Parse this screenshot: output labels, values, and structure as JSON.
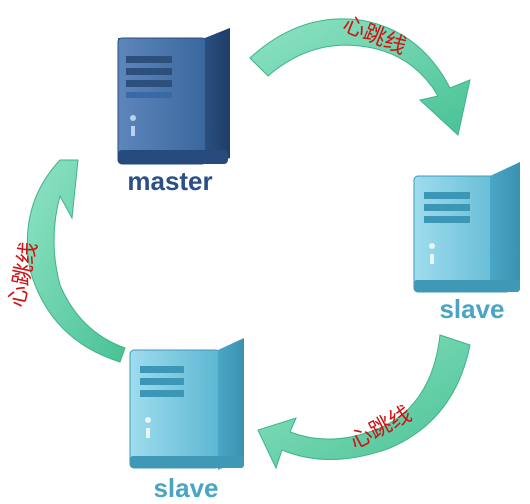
{
  "nodes": {
    "master": {
      "label": "master",
      "label_color": "#2b4f86",
      "body_color": "#2f5a92"
    },
    "slave_right": {
      "label": "slave",
      "label_color": "#4aa4c4",
      "body_color": "#4fb0cc"
    },
    "slave_bottom": {
      "label": "slave",
      "label_color": "#4aa4c4",
      "body_color": "#4fb0cc"
    }
  },
  "links": {
    "top": {
      "label": "心跳线"
    },
    "bottom_right": {
      "label": "心跳线"
    },
    "left": {
      "label": "心跳线"
    }
  },
  "colors": {
    "arrow_fill": "#5fd1a8",
    "arrow_stroke": "#3fb389",
    "link_label": "#d11212"
  }
}
